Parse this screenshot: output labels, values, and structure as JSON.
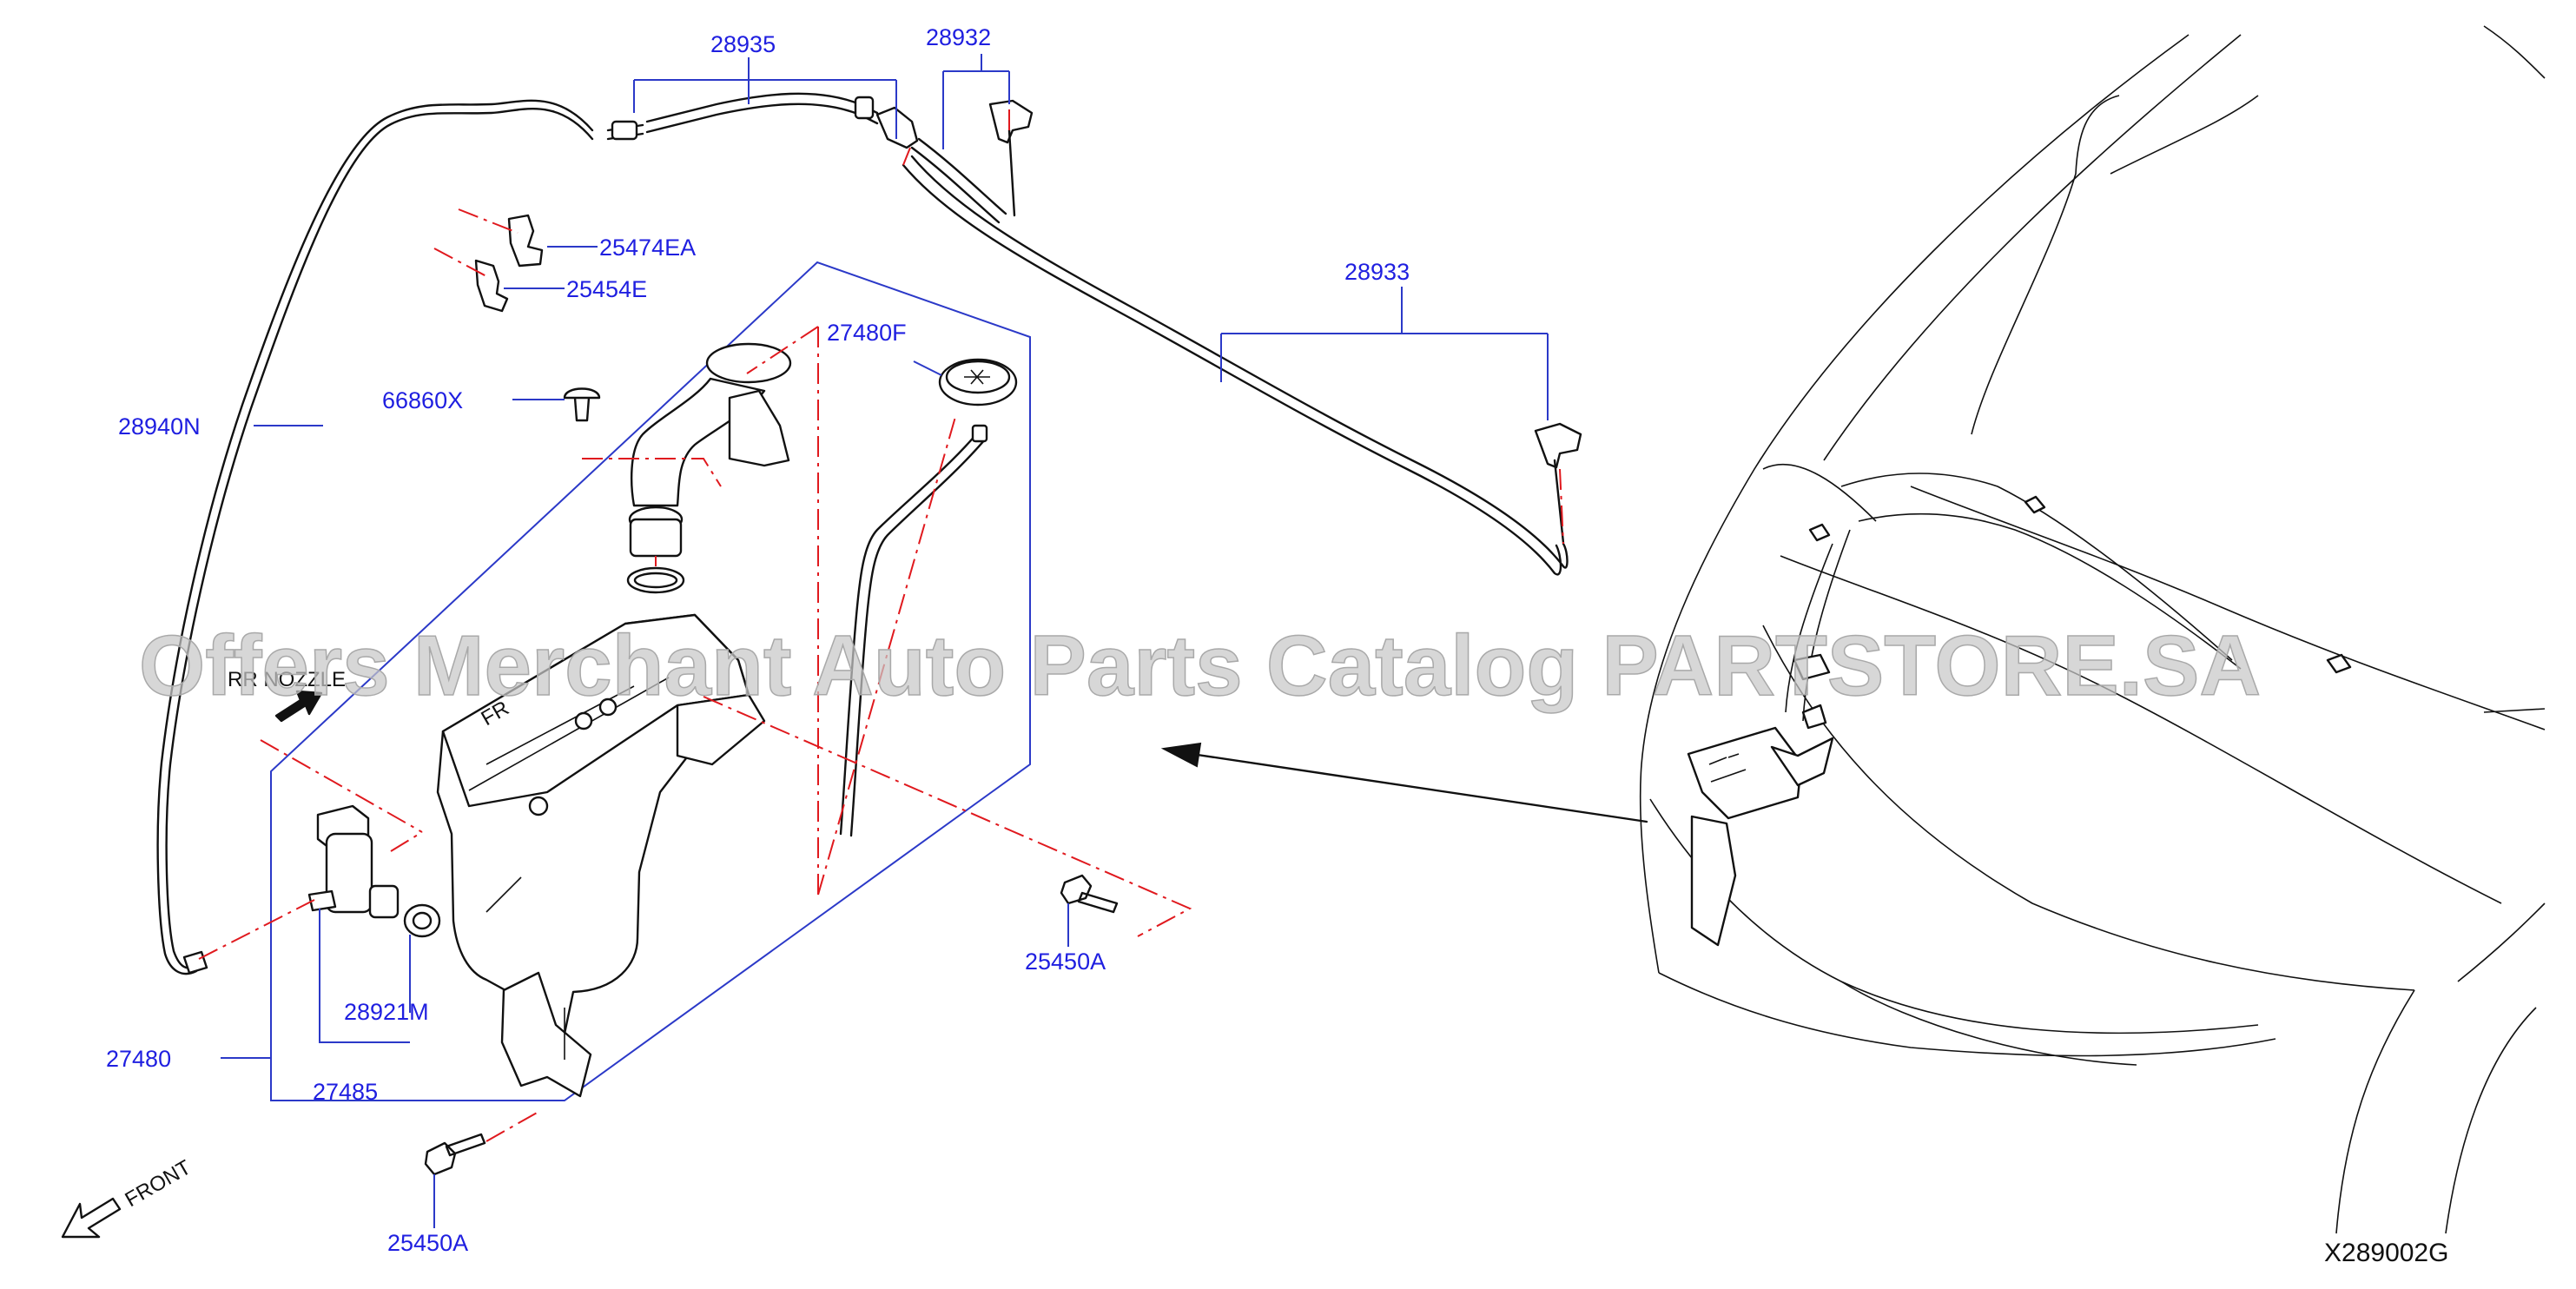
{
  "diagram_code": "X289002G",
  "watermark": "Offers Merchant Auto Parts Catalog PARTSTORE.SA",
  "parts": {
    "p28935": "28935",
    "p28932": "28932",
    "p28933": "28933",
    "p25474EA": "25474EA",
    "p25454E": "25454E",
    "p27480F": "27480F",
    "p66860X": "66860X",
    "p28940N": "28940N",
    "p27480": "27480",
    "p28921M": "28921M",
    "p27485": "27485",
    "p25450A_right": "25450A",
    "p25450A_bottom": "25450A"
  },
  "marks": {
    "rr_nozzle": "RR NOZZLE",
    "front": "FRONT",
    "tank_embossed": "FR"
  },
  "colors": {
    "label_blue": "#1f1fe0",
    "leader_blue": "#2b39c8",
    "dash_red": "#e0191e",
    "line_black": "#111111",
    "watermark_gray": "#c8c8c8"
  }
}
